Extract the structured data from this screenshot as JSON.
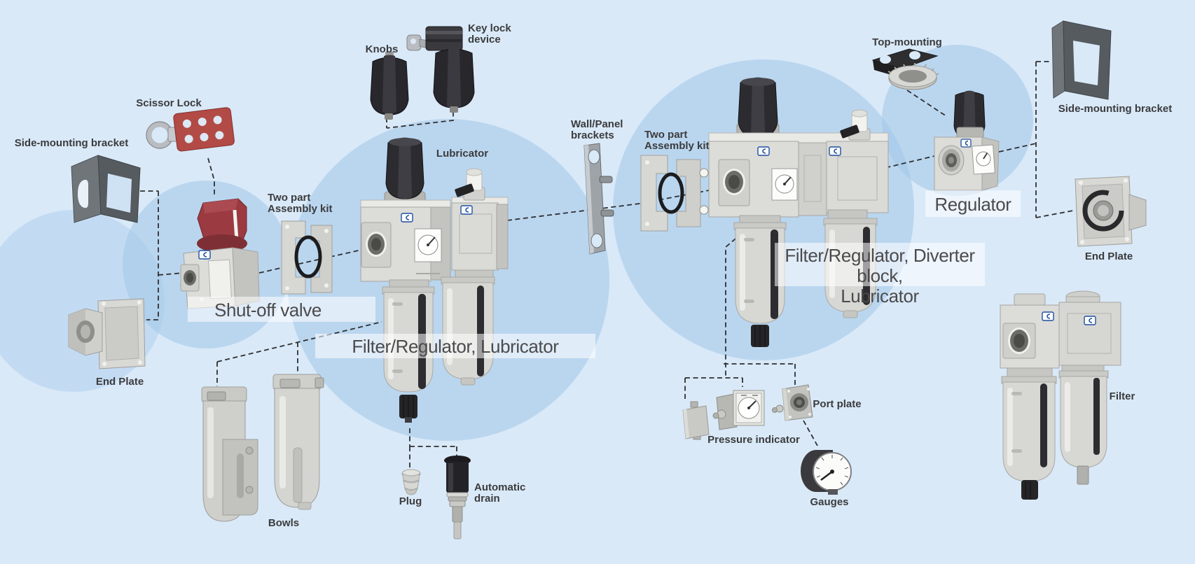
{
  "colors": {
    "background": "#d9e9f8",
    "bubble_circle": "#bcd5ee",
    "band": "rgba(255,255,255,0.55)",
    "label_text": "#3b3b3d",
    "band_text": "#4b4b4d",
    "dashed_line": "#2f2f31",
    "red_knob": "#9b3a40",
    "scissor_red": "#b24a46",
    "plastic_gray": "#dcdcd8",
    "dark_knob": "#2c2c30",
    "metal_gray": "#5c6064",
    "logo_blue": "#1d4fa1"
  },
  "labels": {
    "scissor_lock": "Scissor Lock",
    "side_mounting_bracket_left": "Side-mounting bracket",
    "knobs": "Knobs",
    "key_lock_device": "Key lock\ndevice",
    "lubricator": "Lubricator",
    "two_part_assembly_kit_left": "Two part\nAssembly kit",
    "wall_panel_brackets": "Wall/Panel\nbrackets",
    "two_part_assembly_kit_right": "Two part\nAssembly kit",
    "top_mounting": "Top-mounting",
    "side_mounting_bracket_right": "Side-mounting bracket",
    "end_plate_right": "End Plate",
    "end_plate_left": "End Plate",
    "bowls": "Bowls",
    "plug": "Plug",
    "automatic_drain": "Automatic\ndrain",
    "pressure_indicator": "Pressure indicator",
    "port_plate": "Port plate",
    "gauges": "Gauges",
    "filter": "Filter"
  },
  "bands": {
    "shut_off_valve": "Shut-off valve",
    "frl1": "Filter/Regulator, Lubricator",
    "frl2": "Filter/Regulator, Diverter block,\nLubricator",
    "regulator": "Regulator"
  }
}
